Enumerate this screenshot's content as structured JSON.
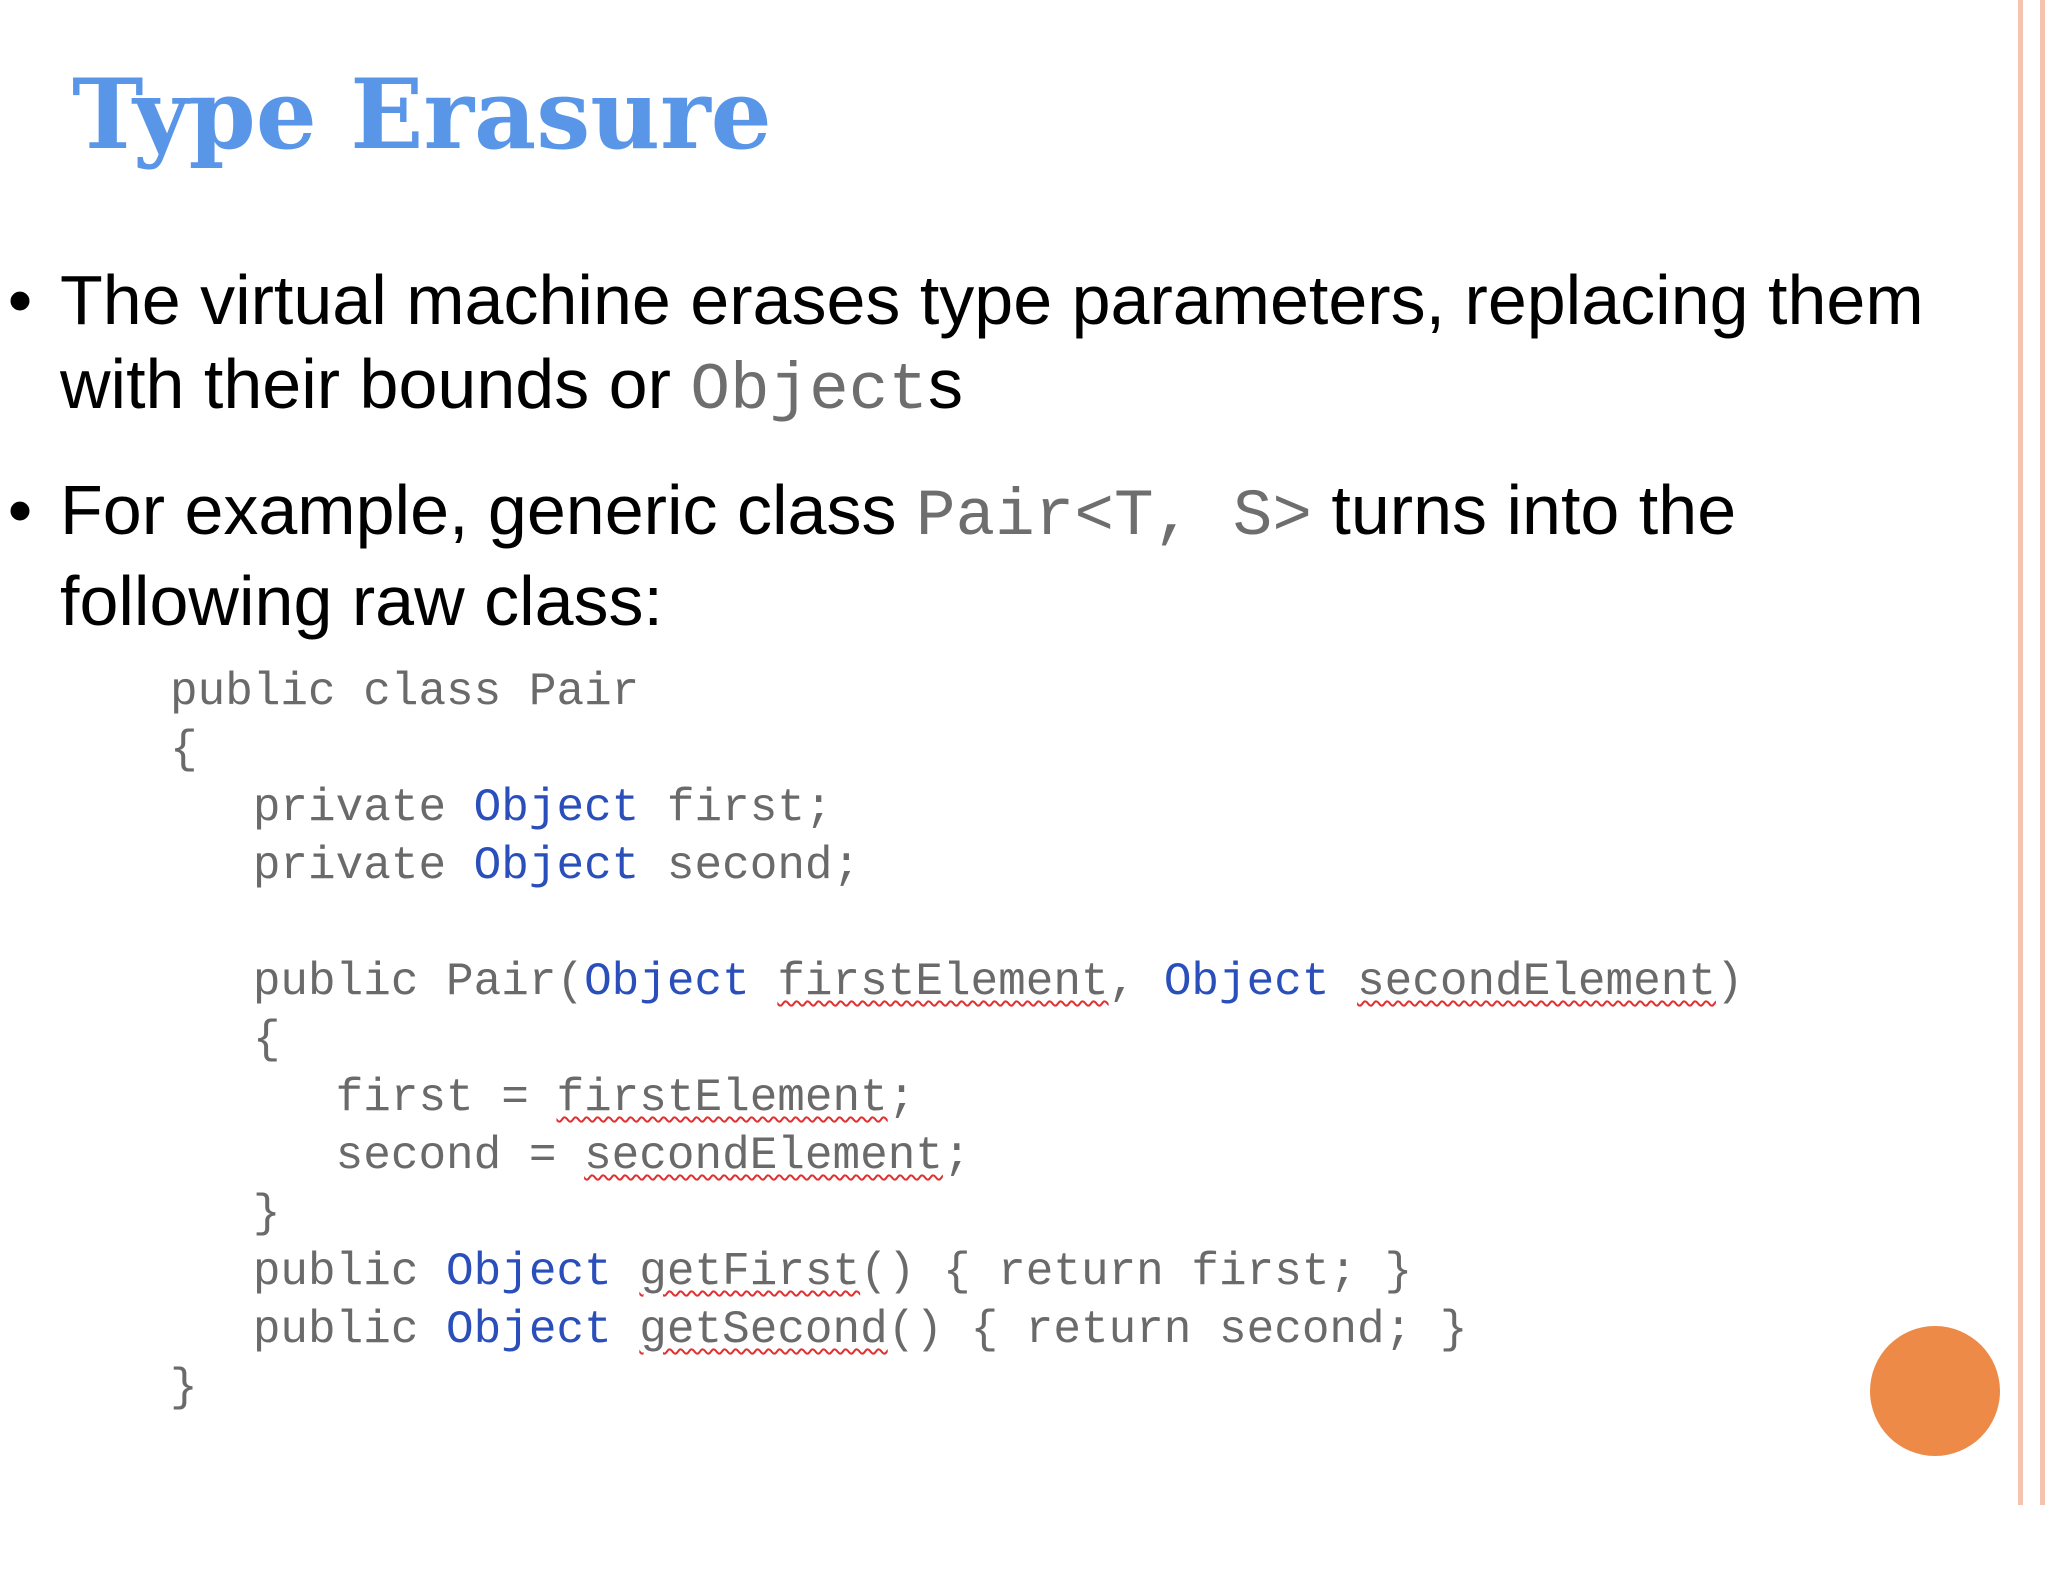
{
  "slide": {
    "title": "Type Erasure",
    "bullet_char": "•",
    "bullets": [
      {
        "text_before": "The virtual machine erases type parameters, replacing them with their bounds or ",
        "code": "Object",
        "text_after": "s"
      },
      {
        "text_before": "For example, generic class ",
        "code": "Pair<T, S>",
        "text_after": " turns into the following raw class:"
      }
    ],
    "code_block": {
      "lines": [
        [
          {
            "t": "public class Pair"
          }
        ],
        [
          {
            "t": "{"
          }
        ],
        [
          {
            "t": "   private "
          },
          {
            "t": "Object",
            "k": "obj"
          },
          {
            "t": " first;"
          }
        ],
        [
          {
            "t": "   private "
          },
          {
            "t": "Object",
            "k": "obj"
          },
          {
            "t": " second;"
          }
        ],
        [
          {
            "t": ""
          }
        ],
        [
          {
            "t": "   public Pair("
          },
          {
            "t": "Object",
            "k": "obj"
          },
          {
            "t": " "
          },
          {
            "t": "firstElement",
            "k": "sq"
          },
          {
            "t": ", "
          },
          {
            "t": "Object",
            "k": "obj"
          },
          {
            "t": " "
          },
          {
            "t": "secondElement",
            "k": "sq"
          },
          {
            "t": ")"
          }
        ],
        [
          {
            "t": "   {"
          }
        ],
        [
          {
            "t": "      first = "
          },
          {
            "t": "firstElement",
            "k": "sq"
          },
          {
            "t": ";"
          }
        ],
        [
          {
            "t": "      second = "
          },
          {
            "t": "secondElement",
            "k": "sq"
          },
          {
            "t": ";"
          }
        ],
        [
          {
            "t": "   }"
          }
        ],
        [
          {
            "t": "   public "
          },
          {
            "t": "Object",
            "k": "obj"
          },
          {
            "t": " "
          },
          {
            "t": "getFirst",
            "k": "sq"
          },
          {
            "t": "() { return first; }"
          }
        ],
        [
          {
            "t": "   public "
          },
          {
            "t": "Object",
            "k": "obj"
          },
          {
            "t": " "
          },
          {
            "t": "getSecond",
            "k": "sq"
          },
          {
            "t": "() { return second; }"
          }
        ],
        [
          {
            "t": "}"
          }
        ]
      ]
    },
    "colors": {
      "title": "#5a96e8",
      "code_text": "#6a6a6a",
      "code_keyword_object": "#2a4fbb",
      "spell_squiggle": "#e03030",
      "decoration_lines": "#f4c4b0",
      "decoration_circle": "#ee8a48"
    }
  }
}
